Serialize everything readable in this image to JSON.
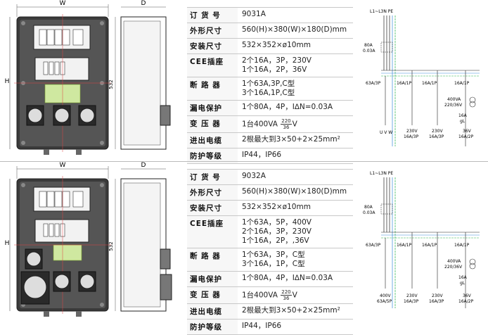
{
  "panels": [
    {
      "dim_w": "W",
      "dim_d": "D",
      "dim_h": "H",
      "dim_532": "532",
      "specs": {
        "model_label": "订 货 号",
        "model": "9031A",
        "size_label": "外形尺寸",
        "size": "560(H)×380(W)×180(D)mm",
        "mount_label": "安装尺寸",
        "mount": "532×352×ø10mm",
        "cee_label": "CEE插座",
        "cee": [
          "2个16A，3P，230V",
          "1个16A，2P，36V"
        ],
        "breaker_label": "断 路 器",
        "breaker": [
          "1个63A,3P,C型",
          "3个16A,1P,C型"
        ],
        "rcd_label": "漏电保护",
        "rcd": "1个80A，4P，I∆N=0.03A",
        "transformer_label": "变 压 器",
        "transformer_pre": "1台400VA",
        "transformer_num": "220",
        "transformer_den": "36",
        "transformer_unit": "V",
        "cable_label": "进出电缆",
        "cable": "2根最大到3×50+2×25mm²",
        "ip_label": "防护等级",
        "ip": "IP44，IP66"
      },
      "schematic": {
        "top": "L1~L3N PE",
        "rcd": "80A",
        "rcd2": "0.03A",
        "main": "63A/3P",
        "b1": "16A/1P",
        "b2": "16A/1P",
        "b3": "16A/1P",
        "tr1": "400VA",
        "tr2": "220/36V",
        "b4a": "16A",
        "b4b": "gL",
        "out_uvw": "U  V  W",
        "o1a": "230V",
        "o1b": "16A/3P",
        "o2a": "230V",
        "o2b": "16A/3P",
        "o3a": "36V",
        "o3b": "16A/2P"
      }
    },
    {
      "dim_w": "W",
      "dim_d": "D",
      "dim_h": "H",
      "dim_532": "532",
      "specs": {
        "model_label": "订 货 号",
        "model": "9032A",
        "size_label": "外形尺寸",
        "size": "560(H)×380(W)×180(D)mm",
        "mount_label": "安装尺寸",
        "mount": "532×352×ø10mm",
        "cee_label": "CEE插座",
        "cee": [
          "1个63A，5P，400V",
          "2个16A，3P，230V",
          "1个16A，2P，,36V"
        ],
        "breaker_label": "断 路 器",
        "breaker": [
          "1个63A，3P，C型",
          "3个16A，1P，C型"
        ],
        "rcd_label": "漏电保护",
        "rcd": "1个80A，4P，I∆N=0.03A",
        "transformer_label": "变 压 器",
        "transformer_pre": "1台400VA",
        "transformer_num": "220",
        "transformer_den": "36",
        "transformer_unit": "V",
        "cable_label": "进出电缆",
        "cable": "2根最大到3×50+2×25mm²",
        "ip_label": "防护等级",
        "ip": "IP44，IP66"
      },
      "schematic": {
        "top": "L1~L3N PE",
        "rcd": "80A",
        "rcd2": "0.03A",
        "main": "63A/3P",
        "b1": "16A/1P",
        "b2": "16A/1P",
        "b3": "16A/1P",
        "tr1": "400VA",
        "tr2": "220/36V",
        "b4a": "16A",
        "b4b": "gL",
        "o0a": "400V",
        "o0b": "63A/5P",
        "o1a": "230V",
        "o1b": "16A/3P",
        "o2a": "230V",
        "o2b": "16A/3P",
        "o3a": "36V",
        "o3b": "16A/2P"
      }
    }
  ]
}
